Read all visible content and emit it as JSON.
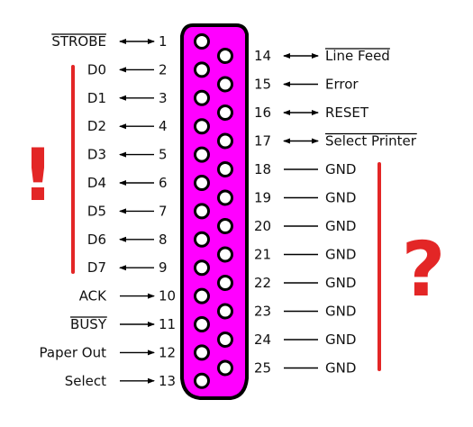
{
  "colors": {
    "connector_fill": "#ff00ff",
    "outline": "#000000",
    "accent_red": "#e32626"
  },
  "left_pins": [
    {
      "num": "1",
      "label": "STROBE",
      "overline": true,
      "dir": "both"
    },
    {
      "num": "2",
      "label": "D0",
      "overline": false,
      "dir": "left"
    },
    {
      "num": "3",
      "label": "D1",
      "overline": false,
      "dir": "left"
    },
    {
      "num": "4",
      "label": "D2",
      "overline": false,
      "dir": "left"
    },
    {
      "num": "5",
      "label": "D3",
      "overline": false,
      "dir": "left"
    },
    {
      "num": "6",
      "label": "D4",
      "overline": false,
      "dir": "left"
    },
    {
      "num": "7",
      "label": "D5",
      "overline": false,
      "dir": "left"
    },
    {
      "num": "8",
      "label": "D6",
      "overline": false,
      "dir": "left"
    },
    {
      "num": "9",
      "label": "D7",
      "overline": false,
      "dir": "left"
    },
    {
      "num": "10",
      "label": "ACK",
      "overline": false,
      "dir": "right"
    },
    {
      "num": "11",
      "label": "BUSY",
      "overline": true,
      "dir": "right"
    },
    {
      "num": "12",
      "label": "Paper Out",
      "overline": false,
      "dir": "right"
    },
    {
      "num": "13",
      "label": "Select",
      "overline": false,
      "dir": "right"
    }
  ],
  "right_pins": [
    {
      "num": "14",
      "label": "Line Feed",
      "overline": true,
      "dir": "both"
    },
    {
      "num": "15",
      "label": "Error",
      "overline": false,
      "dir": "left"
    },
    {
      "num": "16",
      "label": "RESET",
      "overline": false,
      "dir": "both"
    },
    {
      "num": "17",
      "label": "Select Printer",
      "overline": true,
      "dir": "both"
    },
    {
      "num": "18",
      "label": "GND",
      "overline": false,
      "dir": "none"
    },
    {
      "num": "19",
      "label": "GND",
      "overline": false,
      "dir": "none"
    },
    {
      "num": "20",
      "label": "GND",
      "overline": false,
      "dir": "none"
    },
    {
      "num": "21",
      "label": "GND",
      "overline": false,
      "dir": "none"
    },
    {
      "num": "22",
      "label": "GND",
      "overline": false,
      "dir": "none"
    },
    {
      "num": "23",
      "label": "GND",
      "overline": false,
      "dir": "none"
    },
    {
      "num": "24",
      "label": "GND",
      "overline": false,
      "dir": "none"
    },
    {
      "num": "25",
      "label": "GND",
      "overline": false,
      "dir": "none"
    }
  ],
  "marks": {
    "exclamation": "!",
    "question": "?"
  }
}
